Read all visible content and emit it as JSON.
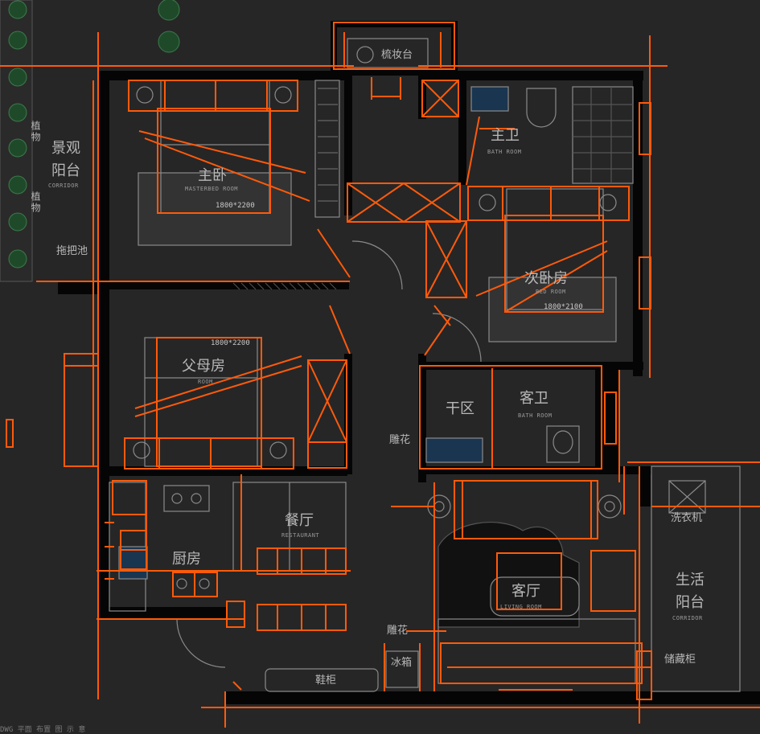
{
  "colors": {
    "background": "#262626",
    "wall": "#050505",
    "furniture_line": "#8a8a8a",
    "markup": "#ff5a0a",
    "plant": "#1f4a2a",
    "text": "#b8b8b8"
  },
  "rooms": {
    "master_bedroom": {
      "zh": "主卧",
      "en": "MASTERBED ROOM",
      "bed_size": "1800*2200"
    },
    "master_bath": {
      "zh": "主卫",
      "en": "BATH ROOM"
    },
    "second_bedroom": {
      "zh": "次卧房",
      "en": "BED ROOM",
      "bed_size": "1800*2100"
    },
    "parents_room": {
      "zh": "父母房",
      "en": "ROOM",
      "bed_size": "1800*2200"
    },
    "guest_bath": {
      "zh": "客卫",
      "en": "BATH ROOM"
    },
    "dry_area": {
      "zh": "干区"
    },
    "dining": {
      "zh": "餐厅",
      "en": "RESTAURANT"
    },
    "kitchen": {
      "zh": "厨房"
    },
    "living": {
      "zh": "客厅",
      "en": "LIVING ROOM"
    },
    "view_balcony": {
      "zh_line1": "景观",
      "zh_line2": "阳台",
      "en": "CORRIDOR"
    },
    "life_balcony": {
      "zh_line1": "生活",
      "zh_line2": "阳台",
      "en": "CORRIDOR"
    },
    "vanity": {
      "zh": "梳妆台"
    },
    "mop_pool": {
      "zh": "拖把池"
    },
    "washer": {
      "zh": "洗衣机"
    },
    "fridge": {
      "zh": "冰箱"
    },
    "storage": {
      "zh": "储藏柜"
    },
    "carving_1": {
      "zh": "雕花"
    },
    "carving_2": {
      "zh": "雕花"
    },
    "shoe_cabinet": {
      "zh": "鞋柜"
    },
    "plants_1": {
      "zh": "植物"
    },
    "plants_2": {
      "zh": "植物"
    }
  },
  "footer_text": "DWG 平面 布置 图 示 意"
}
